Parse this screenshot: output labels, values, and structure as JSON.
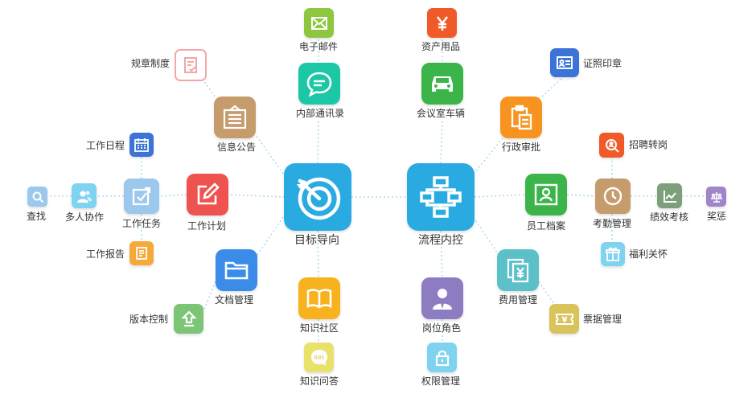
{
  "hubs": {
    "target": {
      "label": "目标导向",
      "color": "#29ABE2"
    },
    "process": {
      "label": "流程内控",
      "color": "#29ABE2"
    }
  },
  "nodes": {
    "email": {
      "label": "电子邮件",
      "color": "#8DC63F",
      "icon": "envelope-icon"
    },
    "assets": {
      "label": "资产用品",
      "color": "#F05A28",
      "icon": "yen-icon"
    },
    "rules": {
      "label": "规章制度",
      "color": "#F4A7A7",
      "icon": "document-check-icon"
    },
    "certificates": {
      "label": "证照印章",
      "color": "#3B73D9",
      "icon": "id-card-icon"
    },
    "internal_comm": {
      "label": "内部通讯录",
      "color": "#1BC7A5",
      "icon": "chat-bubble-icon"
    },
    "meeting_vehicle": {
      "label": "会议室车辆",
      "color": "#3BB54A",
      "icon": "car-icon"
    },
    "info_notice": {
      "label": "信息公告",
      "color": "#C69C6D",
      "icon": "notice-board-icon"
    },
    "admin_approval": {
      "label": "行政审批",
      "color": "#F7931E",
      "icon": "clipboard-icon"
    },
    "recruit": {
      "label": "招聘转岗",
      "color": "#F05A28",
      "icon": "magnifier-person-icon"
    },
    "work_schedule": {
      "label": "工作日程",
      "color": "#3B73D9",
      "icon": "calendar-icon"
    },
    "search": {
      "label": "查找",
      "color": "#9CC8EE",
      "icon": "search-icon"
    },
    "collab": {
      "label": "多人协作",
      "color": "#7FD3F0",
      "icon": "people-icon"
    },
    "work_task": {
      "label": "工作任务",
      "color": "#9CC8EE",
      "icon": "checkbox-edit-icon"
    },
    "work_plan": {
      "label": "工作计划",
      "color": "#EF5350",
      "icon": "pencil-square-icon"
    },
    "staff_file": {
      "label": "员工档案",
      "color": "#3BB54A",
      "icon": "person-card-icon"
    },
    "attendance": {
      "label": "考勤管理",
      "color": "#C69C6D",
      "icon": "clock-icon"
    },
    "performance": {
      "label": "绩效考核",
      "color": "#7DA07A",
      "icon": "trend-chart-icon"
    },
    "rewards": {
      "label": "奖惩",
      "color": "#9E86C8",
      "icon": "scales-icon"
    },
    "work_report": {
      "label": "工作报告",
      "color": "#F6A93B",
      "icon": "report-icon"
    },
    "welfare": {
      "label": "福利关怀",
      "color": "#7FD3F0",
      "icon": "gift-icon"
    },
    "documents": {
      "label": "文档管理",
      "color": "#3B8CE8",
      "icon": "folder-icon"
    },
    "expenses": {
      "label": "费用管理",
      "color": "#5BC0C8",
      "icon": "yen-documents-icon"
    },
    "version": {
      "label": "版本控制",
      "color": "#7CC576",
      "icon": "upload-icon"
    },
    "tickets": {
      "label": "票据管理",
      "color": "#D9C35B",
      "icon": "ticket-icon"
    },
    "knowledge": {
      "label": "知识社区",
      "color": "#F7B21E",
      "icon": "book-icon"
    },
    "position_role": {
      "label": "岗位角色",
      "color": "#8E7CC3",
      "icon": "user-tie-icon"
    },
    "knowledge_qa": {
      "label": "知识问答",
      "color": "#E9E26A",
      "icon": "bbs-bubble-icon",
      "icon_text": "BBS"
    },
    "permissions": {
      "label": "权限管理",
      "color": "#7FD3F0",
      "icon": "lock-icon"
    }
  }
}
